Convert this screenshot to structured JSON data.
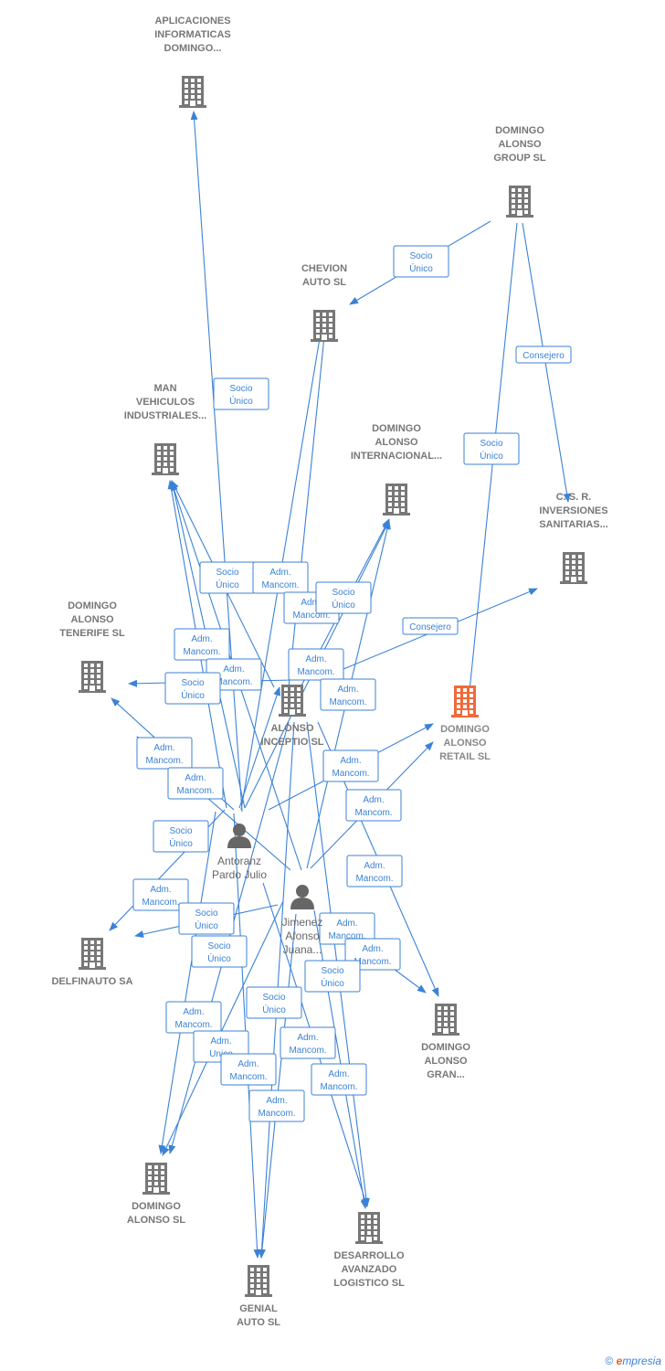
{
  "colors": {
    "edge": "#3b82d6",
    "building": "#777777",
    "focus": "#f06a3a",
    "person": "#666666"
  },
  "nodes": [
    {
      "id": "aplicaciones",
      "kind": "company",
      "lines": [
        "APLICACIONES",
        "INFORMATICAS",
        "DOMINGO..."
      ]
    },
    {
      "id": "group",
      "kind": "company",
      "lines": [
        "DOMINGO",
        "ALONSO",
        "GROUP  SL"
      ]
    },
    {
      "id": "chevion",
      "kind": "company",
      "lines": [
        "CHEVION",
        "AUTO SL"
      ]
    },
    {
      "id": "man",
      "kind": "company",
      "lines": [
        "MAN",
        "VEHICULOS",
        "INDUSTRIALES..."
      ]
    },
    {
      "id": "internacional",
      "kind": "company",
      "lines": [
        "DOMINGO",
        "ALONSO",
        "INTERNACIONAL..."
      ]
    },
    {
      "id": "csr",
      "kind": "company",
      "lines": [
        "C.  S.  R.",
        "INVERSIONES",
        "SANITARIAS..."
      ]
    },
    {
      "id": "tenerife",
      "kind": "company",
      "lines": [
        "DOMINGO",
        "ALONSO",
        "TENERIFE  SL"
      ]
    },
    {
      "id": "retail",
      "kind": "focus",
      "lines": [
        "DOMINGO",
        "ALONSO",
        "RETAIL  SL"
      ]
    },
    {
      "id": "inceptio",
      "kind": "company",
      "lines": [
        "ALONSO",
        "INCEPTIO SL"
      ]
    },
    {
      "id": "antoranz",
      "kind": "person",
      "lines": [
        "Antoranz",
        "Pardo Julio"
      ]
    },
    {
      "id": "jimenez",
      "kind": "person",
      "lines": [
        "Jimenez",
        "Afonso",
        "Juana..."
      ]
    },
    {
      "id": "delfinauto",
      "kind": "company",
      "lines": [
        "DELFINAUTO SA"
      ]
    },
    {
      "id": "gran",
      "kind": "company",
      "lines": [
        "DOMINGO",
        "ALONSO",
        "GRAN..."
      ]
    },
    {
      "id": "dasl",
      "kind": "company",
      "lines": [
        "DOMINGO",
        "ALONSO  SL"
      ]
    },
    {
      "id": "desarrollo",
      "kind": "company",
      "lines": [
        "DESARROLLO",
        "AVANZADO",
        "LOGISTICO SL"
      ]
    },
    {
      "id": "genial",
      "kind": "company",
      "lines": [
        "GENIAL",
        "AUTO SL"
      ]
    }
  ],
  "edge_labels": [
    [
      "Socio",
      "Único"
    ],
    [
      "Consejero"
    ],
    [
      "Socio",
      "Único"
    ],
    [
      "Socio",
      "Único"
    ],
    [
      "Consejero"
    ],
    [
      "Socio",
      "Único"
    ],
    [
      "Adm.",
      "Mancom."
    ],
    [
      "Adm.",
      "Mancom."
    ],
    [
      "Socio",
      "Único"
    ],
    [
      "Adm.",
      "Mancom."
    ],
    [
      "Adm.",
      "Mancom."
    ],
    [
      "Adm.",
      "Mancom."
    ],
    [
      "Socio",
      "Único"
    ],
    [
      "Adm.",
      "Mancom."
    ],
    [
      "Adm.",
      "Mancom."
    ],
    [
      "Adm.",
      "Mancom."
    ],
    [
      "Adm.",
      "Mancom."
    ],
    [
      "Adm.",
      "Mancom."
    ],
    [
      "Socio",
      "Único"
    ],
    [
      "Adm.",
      "Mancom."
    ],
    [
      "Adm.",
      "Mancom."
    ],
    [
      "Socio",
      "Único"
    ],
    [
      "Socio",
      "Único"
    ],
    [
      "Adm.",
      "Mancom."
    ],
    [
      "Adm.",
      "Mancom."
    ],
    [
      "Socio",
      "Único"
    ],
    [
      "Socio",
      "Único"
    ],
    [
      "Adm.",
      "Mancom."
    ],
    [
      "Adm.",
      "Unico"
    ],
    [
      "Adm.",
      "Mancom."
    ],
    [
      "Adm.",
      "Mancom."
    ],
    [
      "Adm.",
      "Mancom."
    ],
    [
      "Adm.",
      "Mancom."
    ]
  ],
  "footer": {
    "copyright": "©",
    "brand_e": "e",
    "brand_rest": "mpresia"
  }
}
